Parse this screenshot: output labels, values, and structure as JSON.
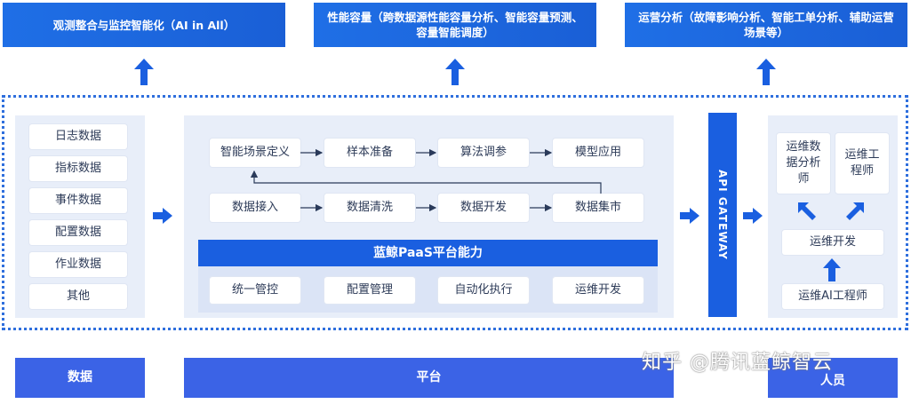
{
  "top_boxes": [
    "观测整合与监控智能化（AI in All）",
    "性能容量（跨数据源性能容量分析、智能容量预测、容量智能调度）",
    "运营分析（故障影响分析、智能工单分析、辅助运营场景等）"
  ],
  "data_sources": [
    "日志数据",
    "指标数据",
    "事件数据",
    "配置数据",
    "作业数据",
    "其他"
  ],
  "pipeline_row1": [
    "智能场景定义",
    "样本准备",
    "算法调参",
    "模型应用"
  ],
  "pipeline_row2": [
    "数据接入",
    "数据清洗",
    "数据开发",
    "数据集市"
  ],
  "platform_title": "蓝鲸PaaS平台能力",
  "platform_caps": [
    "统一管控",
    "配置管理",
    "自动化执行",
    "运维开发"
  ],
  "gateway": "API GATEWAY",
  "people": {
    "analyst": "运维数据分析师",
    "engineer": "运维工程师",
    "devops": "运维开发",
    "ai_engineer": "运维AI工程师"
  },
  "bottom": [
    "数据",
    "平台",
    "人员"
  ],
  "watermark": "知乎 @腾讯蓝鲸智云",
  "colors": {
    "primary": "#1a5fe0",
    "panel": "#e8eef9",
    "bottom": "#3b63e6"
  }
}
